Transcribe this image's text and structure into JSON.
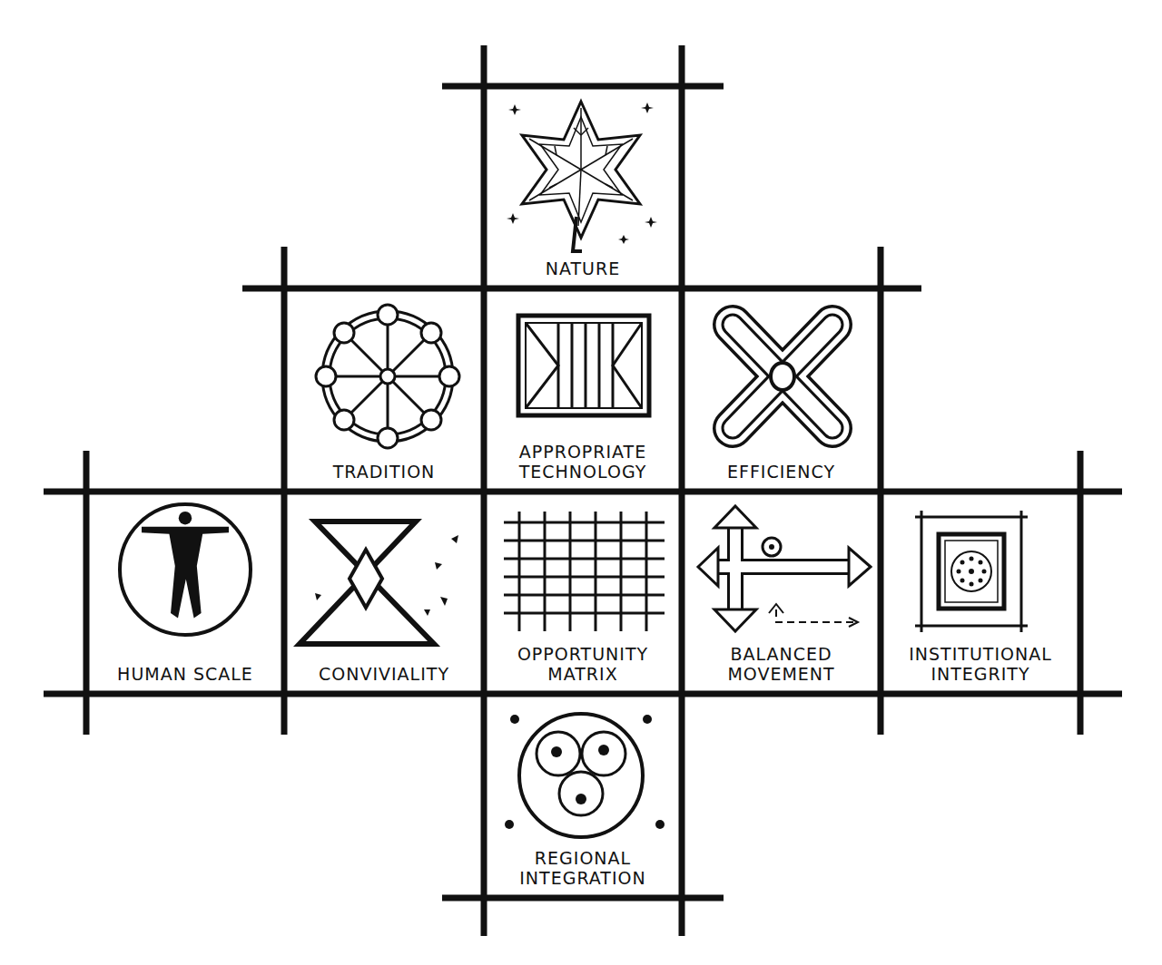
{
  "diagram": {
    "nodes": [
      {
        "text": [
          "NATURE"
        ]
      },
      {
        "text": [
          "TRADITION"
        ]
      },
      {
        "text": [
          "APPROPRIATE TECHNOLOGY"
        ]
      },
      {
        "text": [
          "EFFICIENCY"
        ]
      },
      {
        "text": [
          "HUMAN SCALE"
        ]
      },
      {
        "text": [
          "CONVIVIALITY"
        ]
      },
      {
        "text": [
          "OPPORTUNITY MATRIX"
        ]
      },
      {
        "text": [
          "BALANCED MOVEMENT"
        ]
      },
      {
        "text": [
          "INSTITUTIONAL INTEGRITY"
        ]
      },
      {
        "text": [
          "REGIONAL INTEGRATION"
        ]
      }
    ]
  }
}
